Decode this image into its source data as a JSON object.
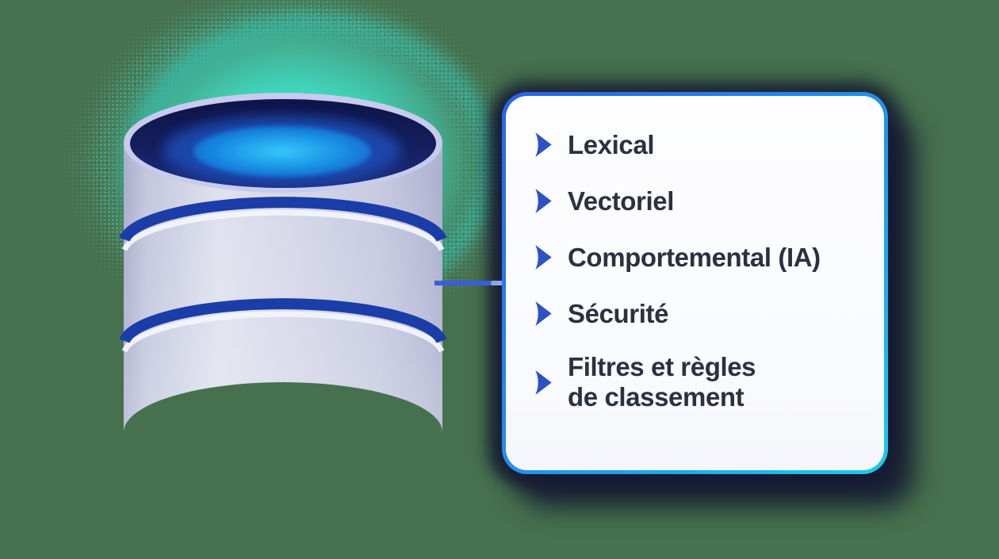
{
  "scene": {
    "background_color": "#47714e",
    "description": "Database illustration connected to a feature list card"
  },
  "database": {
    "glow_color": "#3fe9d2",
    "body_color": "#c9cce3",
    "band_color": "#1b3da8",
    "rim_color": "#c7cbee",
    "top_outer_color": "#111650",
    "top_inner_glow_color": "#2bbdf4"
  },
  "connector": {
    "color": "#3a5ed8",
    "tip_color": "#8fa3ea"
  },
  "card": {
    "background": "#fdfdff",
    "border_gradient_start": "#2b63e6",
    "border_gradient_end": "#1ecbe8",
    "shadow_color": "#161a33",
    "bullet_color": "#2e52c3",
    "text_color": "#2b3140",
    "items": [
      {
        "label": "Lexical"
      },
      {
        "label": "Vectoriel"
      },
      {
        "label": "Comportemental (IA)"
      },
      {
        "label": "Sécurité"
      },
      {
        "label": "Filtres et règles\nde classement"
      }
    ]
  }
}
